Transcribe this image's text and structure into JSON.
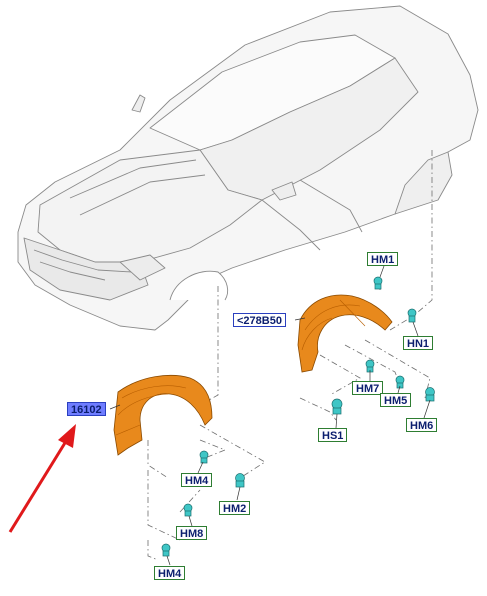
{
  "labels": {
    "hm1_top": "HM1",
    "hn1": "HN1",
    "b278b50": "<278B50",
    "hm7": "HM7",
    "hm5": "HM5",
    "hm6": "HM6",
    "hs1": "HS1",
    "p16102": "16102",
    "hm4_a": "HM4",
    "hm2": "HM2",
    "hm8": "HM8",
    "hm4_b": "HM4"
  },
  "colors": {
    "label_border_green": "#2e7d32",
    "label_border_blue": "#2a3fbf",
    "label_text": "#0b1e6e",
    "selected_fill": "#6f7dff",
    "liner_orange": "#e8891c",
    "clip_cyan": "#3fc6c6",
    "arrow_red": "#e0191b"
  },
  "icons": {
    "car": "car-body-outline",
    "liner": "fender-liner-shape",
    "clip": "push-pin-clip",
    "arrow": "pointer-arrow"
  }
}
